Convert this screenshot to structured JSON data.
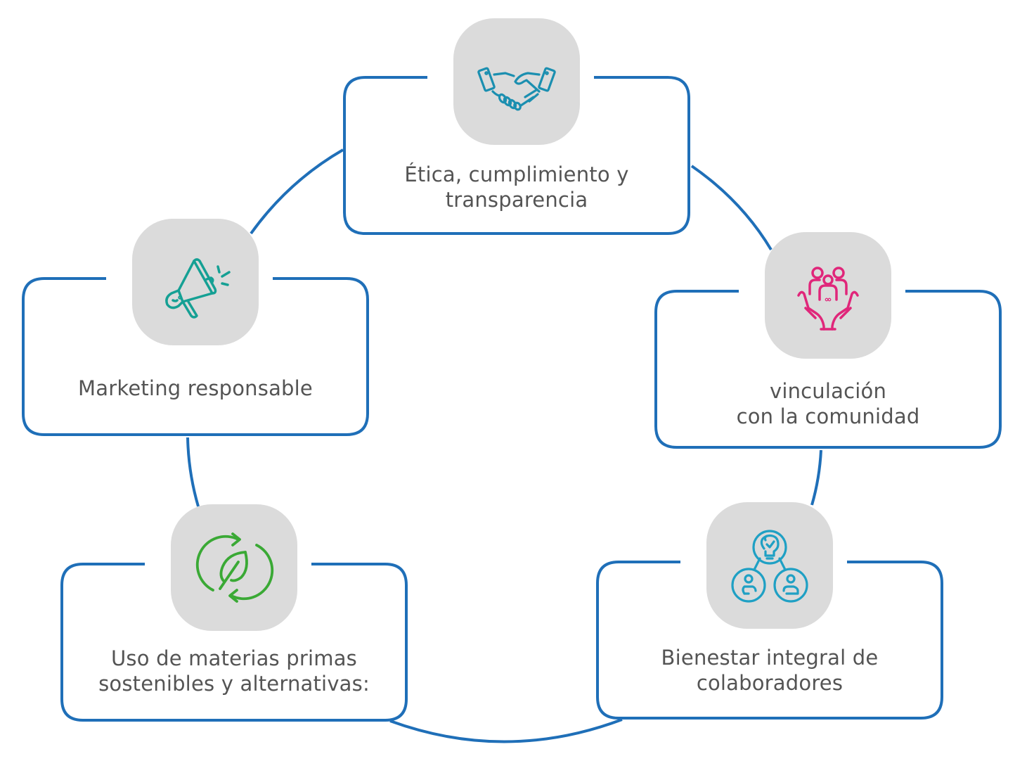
{
  "diagram": {
    "type": "cycle",
    "colors": {
      "ring": "#1f6fb8",
      "card_border": "#1f6fb8",
      "tile_bg": "#dbdbdb",
      "text": "#545454"
    },
    "nodes": [
      {
        "id": "etica",
        "icon": "handshake-icon",
        "icon_color": "#1b8fb0",
        "lines": [
          "Ética, cumplimiento y",
          "transparencia"
        ]
      },
      {
        "id": "vinculacion",
        "icon": "community-hands-icon",
        "icon_color": "#e0267a",
        "lines": [
          "vinculación",
          "con la comunidad"
        ]
      },
      {
        "id": "bienestar",
        "icon": "idea-network-icon",
        "icon_color": "#1fa0c4",
        "lines": [
          "Bienestar integral de",
          "colaboradores"
        ]
      },
      {
        "id": "materias",
        "icon": "recycle-leaf-icon",
        "icon_color": "#3aa935",
        "lines": [
          "Uso de materias primas",
          "sostenibles y alternativas:"
        ]
      },
      {
        "id": "marketing",
        "icon": "megaphone-icon",
        "icon_color": "#15a094",
        "lines": [
          "Marketing responsable"
        ]
      }
    ]
  }
}
